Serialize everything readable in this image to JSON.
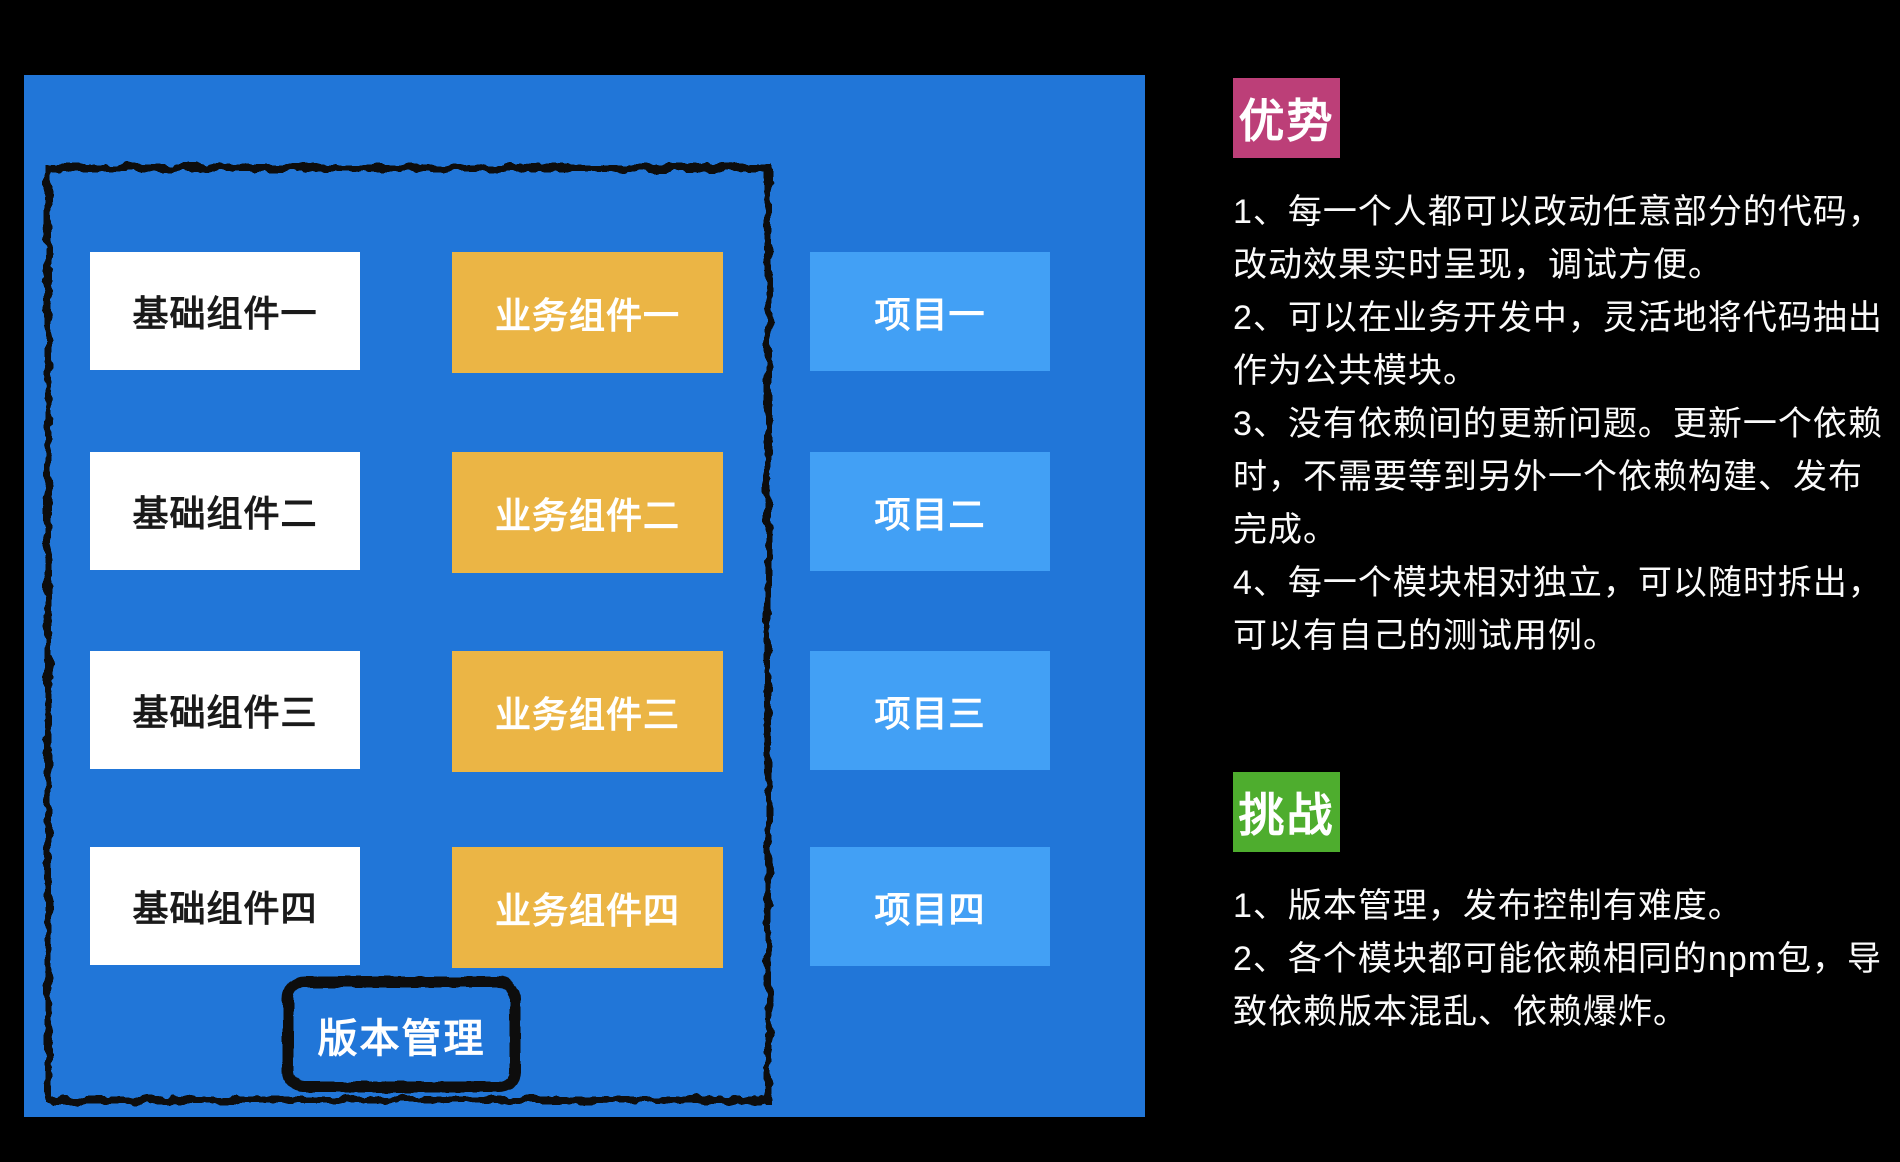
{
  "diagram": {
    "base_components": [
      "基础组件一",
      "基础组件二",
      "基础组件三",
      "基础组件四"
    ],
    "business_components": [
      "业务组件一",
      "业务组件二",
      "业务组件三",
      "业务组件四"
    ],
    "projects": [
      "项目一",
      "项目二",
      "项目三",
      "项目四"
    ],
    "version_box_label": "版本管理"
  },
  "advantages": {
    "badge": "优势",
    "lines": [
      "1、每一个人都可以改动任意部分的代码，",
      "改动效果实时呈现，调试方便。",
      "2、可以在业务开发中，灵活地将代码抽出",
      "作为公共模块。",
      "3、没有依赖间的更新问题。更新一个依赖",
      "时，不需要等到另外一个依赖构建、发布",
      "完成。",
      "4、每一个模块相对独立，可以随时拆出，",
      "可以有自己的测试用例。"
    ]
  },
  "challenges": {
    "badge": "挑战",
    "lines": [
      "1、版本管理，发布控制有难度。",
      "2、各个模块都可能依赖相同的npm包，导",
      "致依赖版本混乱、依赖爆炸。"
    ]
  },
  "colors": {
    "bg": "#000000",
    "panel_blue": "#2176d8",
    "project_blue": "#42a0f5",
    "biz_orange": "#ebb545",
    "box_white": "#ffffff",
    "box_text_dark": "#1a1a1a",
    "adv_pink": "#bc3f78",
    "chal_green": "#4ead2e",
    "body_text": "#fafafa",
    "sketch": "#0b0b0b"
  }
}
